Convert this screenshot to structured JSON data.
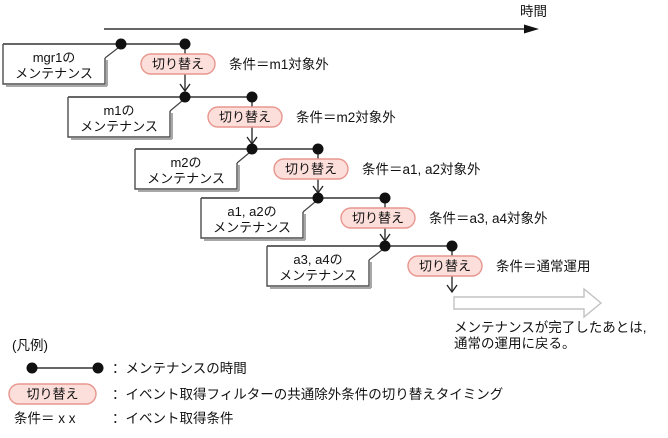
{
  "time_axis": {
    "label": "時間"
  },
  "rows": [
    {
      "box_line1": "mgr1の",
      "box_line2": "メンテナンス",
      "switch_label": "切り替え",
      "condition": "条件＝m1対象外"
    },
    {
      "box_line1": "m1の",
      "box_line2": "メンテナンス",
      "switch_label": "切り替え",
      "condition": "条件＝m2対象外"
    },
    {
      "box_line1": "m2の",
      "box_line2": "メンテナンス",
      "switch_label": "切り替え",
      "condition": "条件＝a1, a2対象外"
    },
    {
      "box_line1": "a1, a2の",
      "box_line2": "メンテナンス",
      "switch_label": "切り替え",
      "condition": "条件＝a3, a4対象外"
    },
    {
      "box_line1": "a3, a4の",
      "box_line2": "メンテナンス",
      "switch_label": "切り替え",
      "condition": "条件＝通常運用"
    }
  ],
  "completion_note": {
    "line1": "メンテナンスが完了したあとは,",
    "line2": "通常の運用に戻る。"
  },
  "legend": {
    "heading": "(凡例)",
    "items": [
      {
        "symbol": "maintenance-period-line",
        "label": "：メンテナンスの時間"
      },
      {
        "symbol": "switch-pill",
        "symbol_label": "切り替え",
        "label": "：イベント取得フィルターの共通除外条件の切り替えタイミング"
      },
      {
        "symbol": "condition-text",
        "symbol_label": "条件＝ x x",
        "label": "：イベント取得条件"
      }
    ]
  },
  "colors": {
    "pill_fill": "#fcdeda",
    "pill_stroke": "#e8968e",
    "line": "#333333",
    "box_shadow": "#a8a8a8",
    "flow_arrow_stroke": "#c2c2c2"
  }
}
